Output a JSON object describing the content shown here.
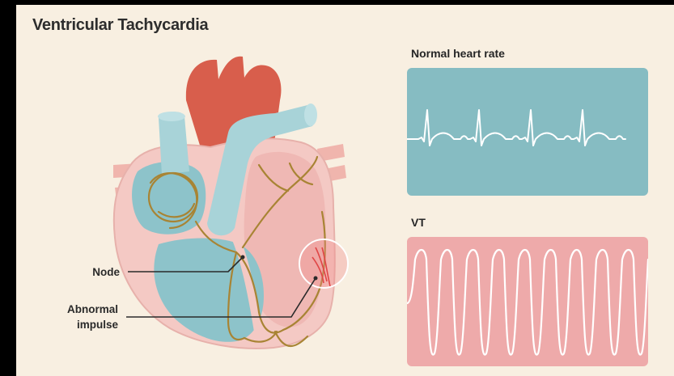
{
  "title": "Ventricular Tachycardia",
  "panels": [
    {
      "label": "Normal heart rate",
      "rhythm": "normal"
    },
    {
      "label": "VT",
      "rhythm": "ventricular-tachycardia"
    }
  ],
  "labels": {
    "node": "Node",
    "abnormal_line1": "Abnormal",
    "abnormal_line2": "impulse"
  },
  "colors": {
    "background": "#f8efe1",
    "aorta": "#d85e4c",
    "vena_cava": "#a8d3d8",
    "heart_muscle": "#f4c9c4",
    "chamber": "#8dc3ca",
    "conduction": "#a88434",
    "normal_panel": "#86bcc2",
    "vt_panel": "#eeaaaa",
    "trace": "#ffffff"
  }
}
